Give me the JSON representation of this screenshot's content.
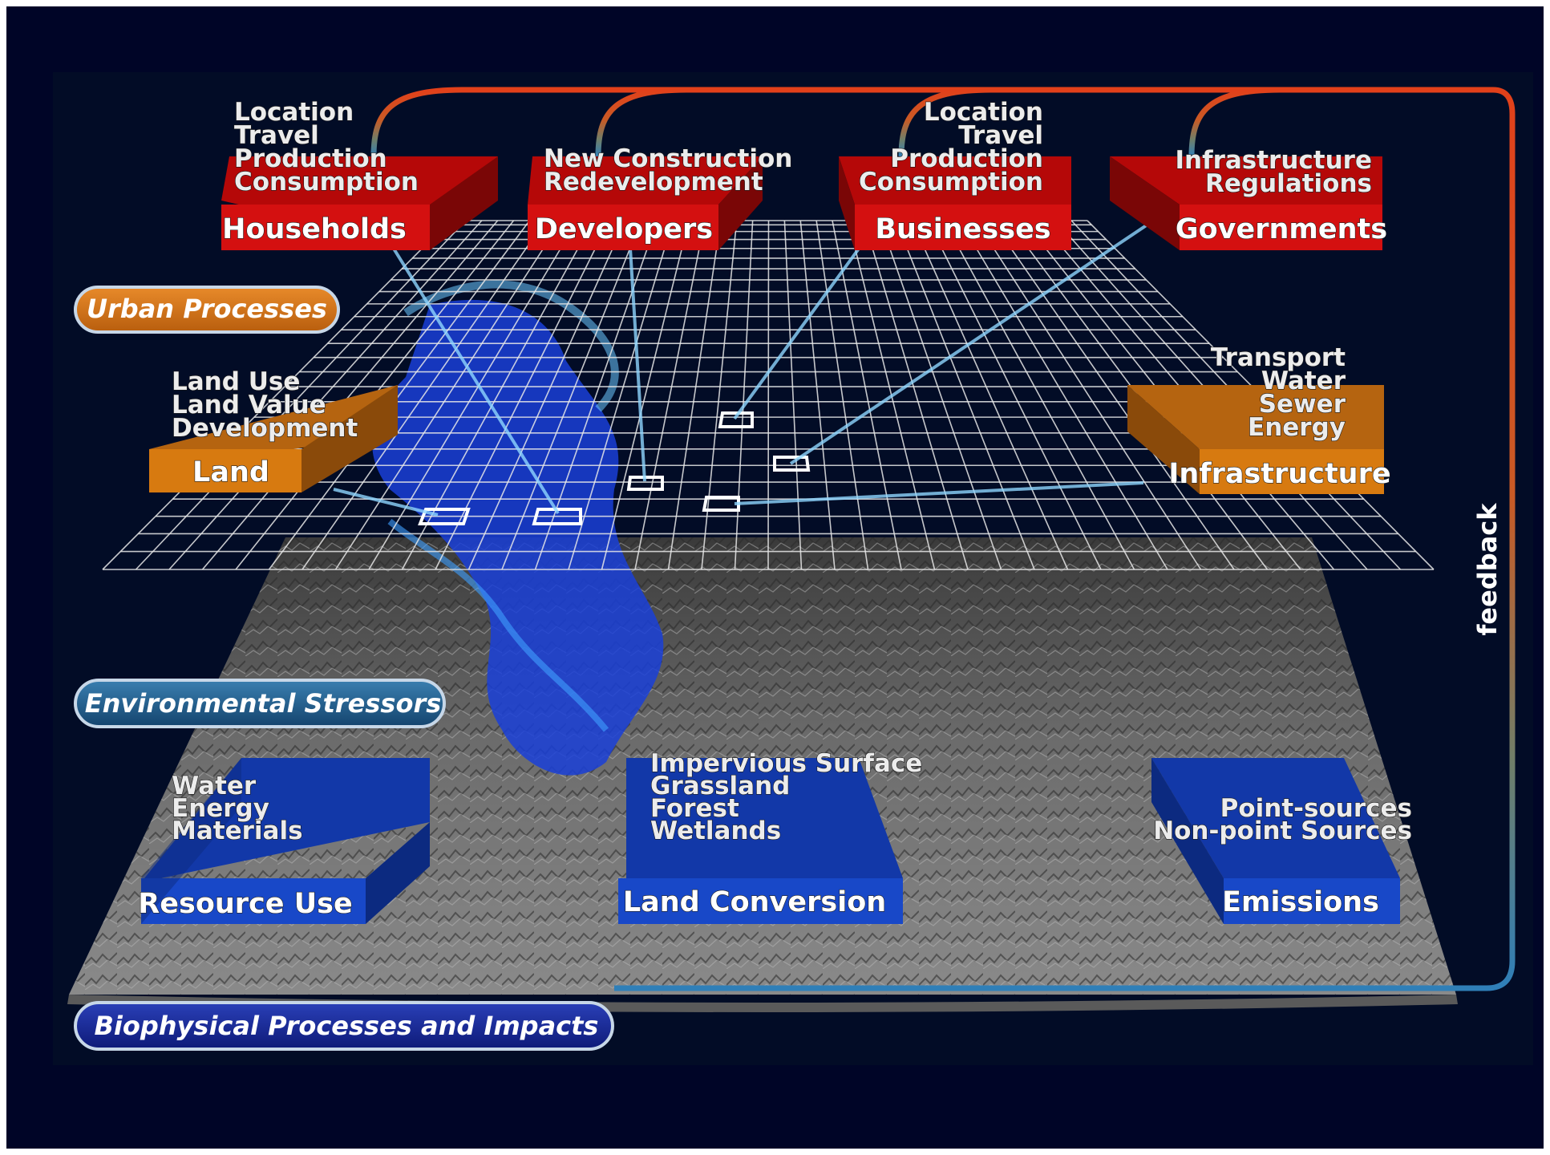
{
  "colors": {
    "background": "#020c26",
    "red_box": "#d41010",
    "orange_box": "#d77a10",
    "blue_box": "#1848c8",
    "feedback_top": "#e2401a",
    "feedback_bottom": "#2f7fb8"
  },
  "urban_actors": [
    {
      "title": "Households",
      "items": [
        "Location",
        "Travel",
        "Production",
        "Consumption"
      ]
    },
    {
      "title": "Developers",
      "items": [
        "New Construction",
        "Redevelopment"
      ]
    },
    {
      "title": "Businesses",
      "items": [
        "Location",
        "Travel",
        "Production",
        "Consumption"
      ]
    },
    {
      "title": "Governments",
      "items": [
        "Infrastructure",
        "Regulations"
      ]
    }
  ],
  "land": {
    "title": "Land",
    "items": [
      "Land Use",
      "Land Value",
      "Development"
    ]
  },
  "infrastructure": {
    "title": "Infrastructure",
    "items": [
      "Transport",
      "Water",
      "Sewer",
      "Energy"
    ]
  },
  "stressors": [
    {
      "title": "Resource Use",
      "items": [
        "Water",
        "Energy",
        "Materials"
      ]
    },
    {
      "title": "Land Conversion",
      "items": [
        "Impervious Surface",
        "Grassland",
        "Forest",
        "Wetlands"
      ]
    },
    {
      "title": "Emissions",
      "items": [
        "Point-sources",
        "Non-point Sources"
      ]
    }
  ],
  "labels": {
    "urban_processes": "Urban Processes",
    "environmental_stressors": "Environmental Stressors",
    "biophysical": "Biophysical Processes and Impacts",
    "feedback": "feedback"
  }
}
